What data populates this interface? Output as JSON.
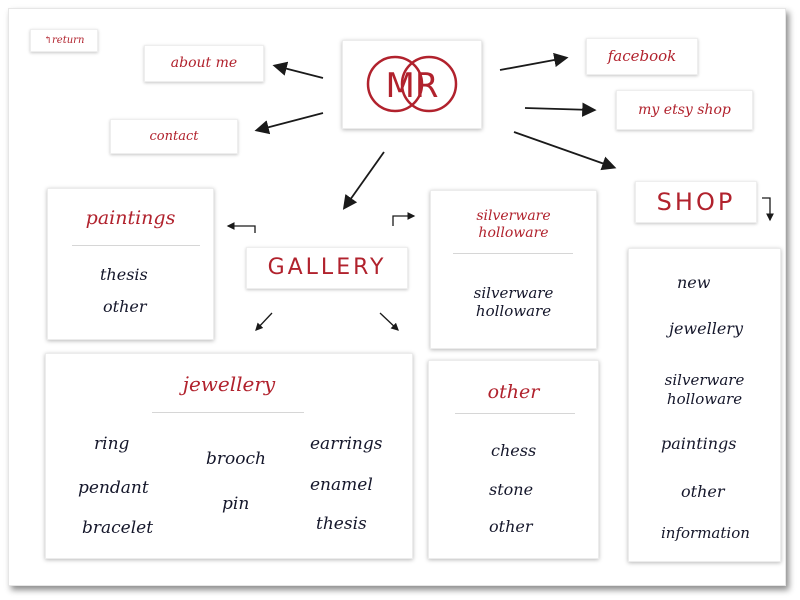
{
  "header": {
    "return_label": "return",
    "logo_text": "MR"
  },
  "nav": {
    "about_me": "about me",
    "contact": "contact",
    "facebook": "facebook",
    "etsy": "my etsy shop",
    "shop": "SHOP",
    "gallery": "GALLERY"
  },
  "paintings": {
    "title": "paintings",
    "items": [
      "thesis",
      "other"
    ]
  },
  "silverware": {
    "title_line1": "silverware",
    "title_line2": "holloware",
    "items_line1": "silverware",
    "items_line2": "holloware"
  },
  "jewellery": {
    "title": "jewellery",
    "col1": [
      "ring",
      "pendant",
      "bracelet"
    ],
    "col2": [
      "brooch",
      "pin"
    ],
    "col3": [
      "earrings",
      "enamel",
      "thesis"
    ]
  },
  "other": {
    "title": "other",
    "items": [
      "chess",
      "stone",
      "other"
    ]
  },
  "shop_list": {
    "items": [
      "new",
      "jewellery",
      "silverware",
      "holloware",
      "paintings",
      "other",
      "information"
    ]
  },
  "colors": {
    "accent_red": "#b1222d",
    "ink": "#15172b"
  }
}
